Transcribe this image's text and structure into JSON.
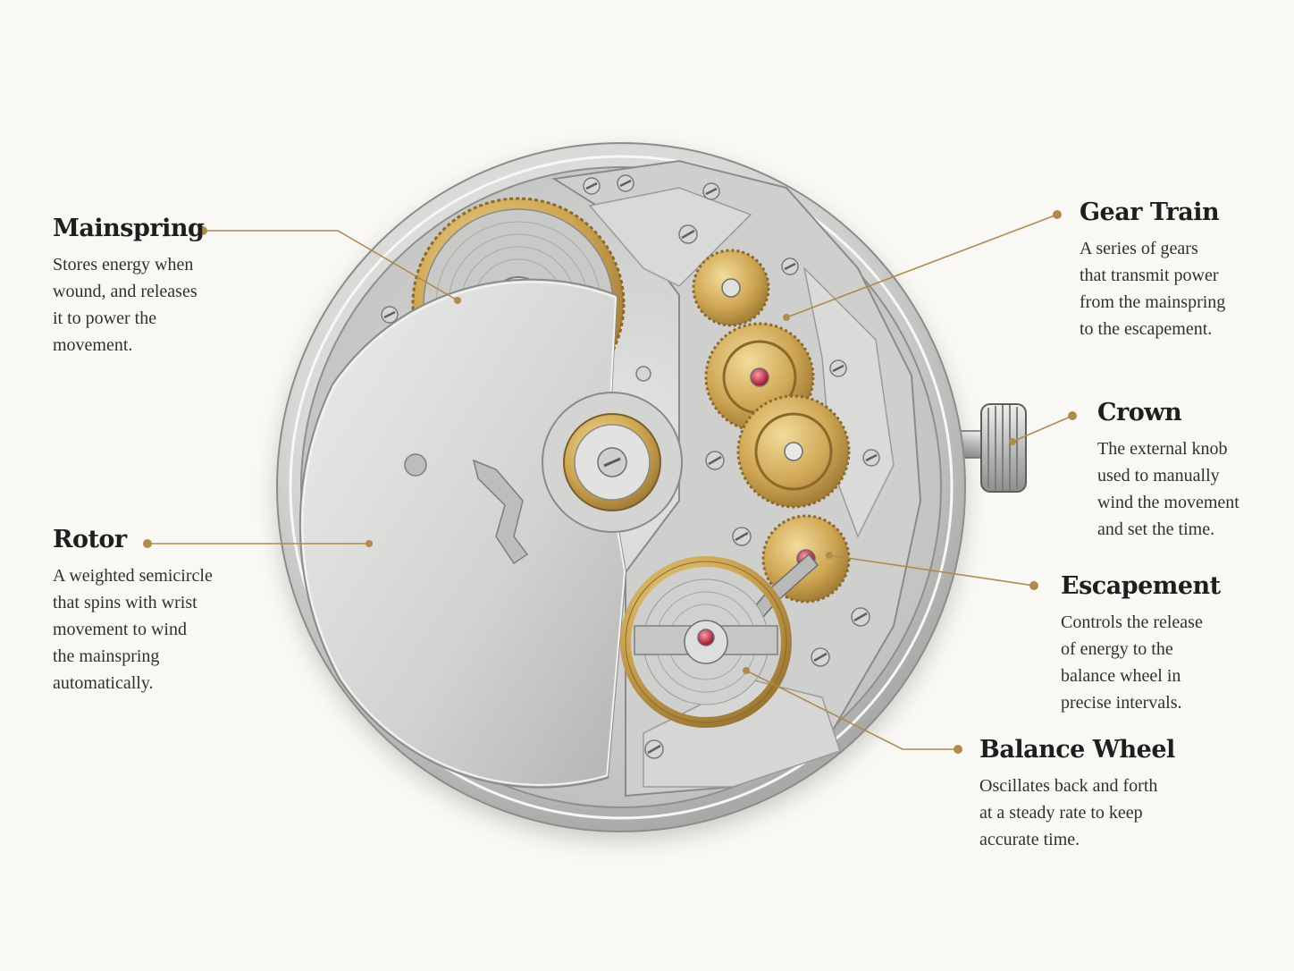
{
  "accent_color": "#b08a4e",
  "callouts": {
    "mainspring": {
      "title": "Mainspring",
      "description": "Stores energy when\nwound, and releases\nit to power the\nmovement."
    },
    "rotor": {
      "title": "Rotor",
      "description": "A weighted semicircle\nthat spins with wrist\nmovement to wind\nthe mainspring\nautomatically."
    },
    "gear_train": {
      "title": "Gear Train",
      "description": "A series of gears\nthat transmit power\nfrom the mainspring\nto the escapement."
    },
    "crown": {
      "title": "Crown",
      "description": "The external knob\nused to manually\nwind the movement\nand set the time."
    },
    "escapement": {
      "title": "Escapement",
      "description": "Controls the release\nof energy to the\nbalance wheel in\nprecise intervals."
    },
    "balance_wheel": {
      "title": "Balance Wheel",
      "description": "Oscillates back and forth\nat a steady rate to keep\naccurate time."
    }
  }
}
